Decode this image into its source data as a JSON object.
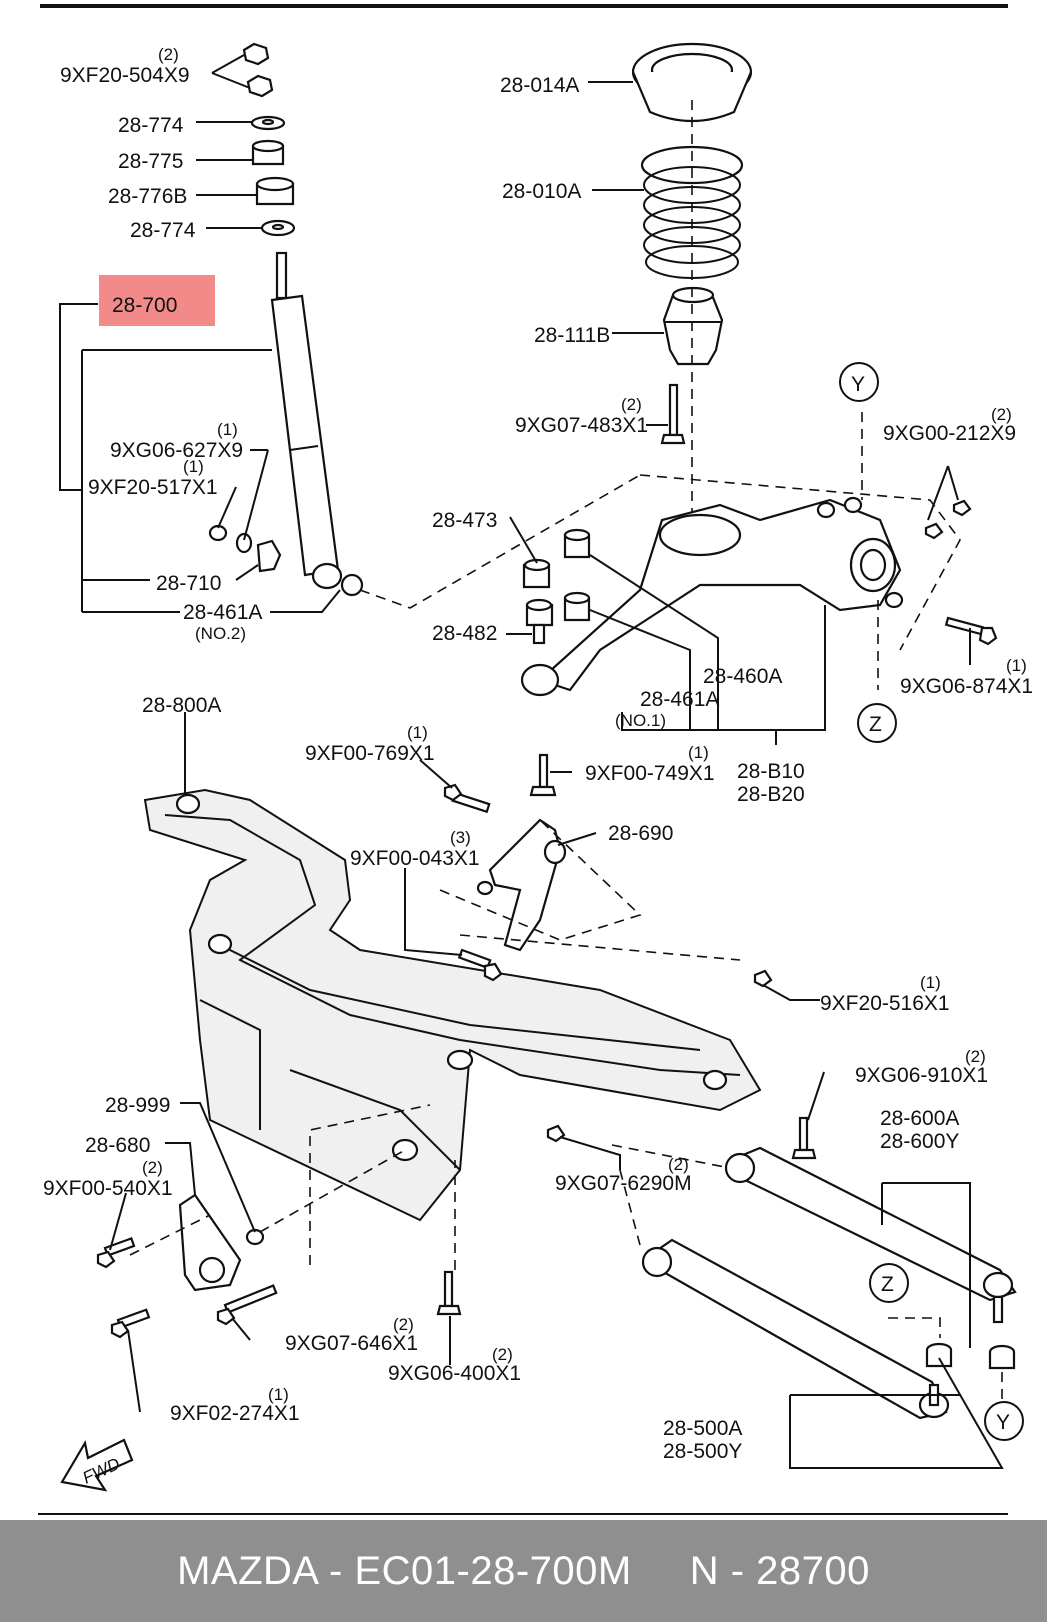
{
  "labels": {
    "l1": "9XF20-504X9",
    "q1": "(2)",
    "l2": "28-774",
    "l3": "28-775",
    "l4": "28-776B",
    "l5": "28-774",
    "l6": "28-700",
    "l7": "9XG06-627X9",
    "q7": "(1)",
    "l8": "9XF20-517X1",
    "q8": "(1)",
    "l9": "28-710",
    "l10": "28-461A",
    "s10": "(NO.2)",
    "l11": "28-014A",
    "l12": "28-010A",
    "l13": "28-111B",
    "l14": "9XG07-483X1",
    "q14": "(2)",
    "l15": "9XG00-212X9",
    "q15": "(2)",
    "l16": "28-473",
    "l17": "28-482",
    "l18": "28-460A",
    "l19": "28-461A",
    "s19": "(NO.1)",
    "l20": "9XG06-874X1",
    "q20": "(1)",
    "l21": "28-B10",
    "l22": "28-B20",
    "l23": "28-800A",
    "l24": "9XF00-769X1",
    "q24": "(1)",
    "l25": "9XF00-749X1",
    "q25": "(1)",
    "l26": "28-690",
    "l27": "9XF00-043X1",
    "q27": "(3)",
    "l28": "9XF20-516X1",
    "q28": "(1)",
    "l29": "9XG06-910X1",
    "q29": "(2)",
    "l30": "28-600A",
    "l31": "28-600Y",
    "l32": "28-999",
    "l33": "28-680",
    "l34": "9XF00-540X1",
    "q34": "(2)",
    "l35": "9XG07-6290M",
    "q35": "(2)",
    "l36": "9XG07-646X1",
    "q36": "(2)",
    "l37": "9XG06-400X1",
    "q37": "(2)",
    "l38": "9XF02-274X1",
    "q38": "(1)",
    "l39": "28-500A",
    "l40": "28-500Y",
    "markY": "Y",
    "markZ": "Z",
    "fwd": "FWD"
  },
  "footer": {
    "left": "MAZDA - EC01-28-700M",
    "right": "N - 28700"
  },
  "colors": {
    "highlight": "#f28a8a",
    "footer_bg": "#8f8f8f",
    "footer_text": "#ffffff"
  }
}
